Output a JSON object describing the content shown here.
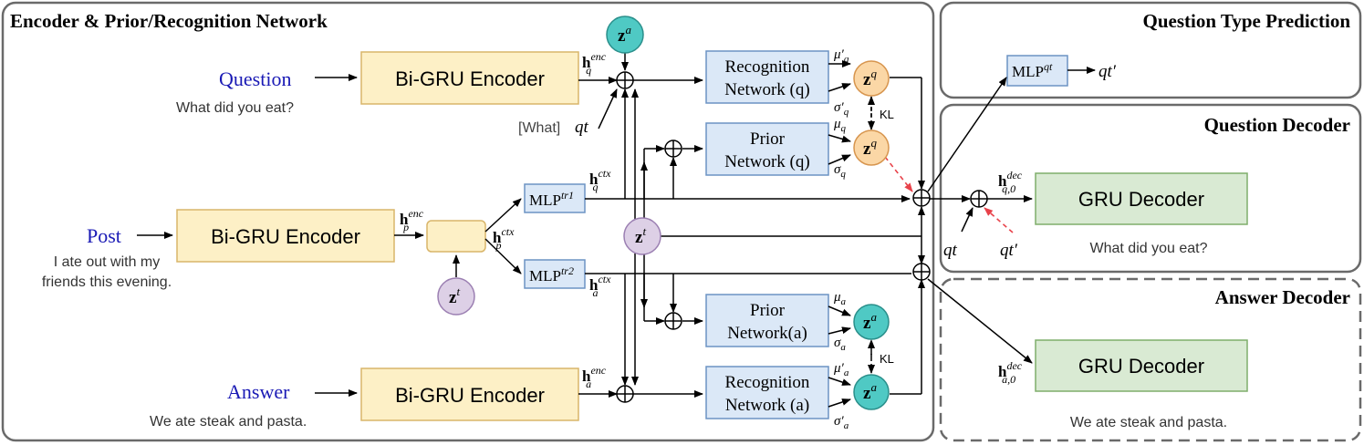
{
  "panels": {
    "encoder_title": "Encoder & Prior/Recognition Network",
    "qtype_title": "Question Type Prediction",
    "qdecoder_title": "Question Decoder",
    "adecoder_title": "Answer Decoder"
  },
  "inputs": {
    "question_label": "Question",
    "question_text": "What did you eat?",
    "post_label": "Post",
    "post_text_line1": "I ate out with my",
    "post_text_line2": "friends this evening.",
    "answer_label": "Answer",
    "answer_text": "We ate steak and pasta."
  },
  "boxes": {
    "bigru_question": "Bi-GRU Encoder",
    "bigru_post": "Bi-GRU Encoder",
    "bigru_answer": "Bi-GRU Encoder",
    "recog_q_line1": "Recognition",
    "recog_q_line2": "Network (q)",
    "prior_q_line1": "Prior",
    "prior_q_line2": "Network (q)",
    "prior_a_line1": "Prior",
    "prior_a_line2": "Network(a)",
    "recog_a_line1": "Recognition",
    "recog_a_line2": "Network (a)",
    "mlp_tr1": "MLP",
    "mlp_tr1_sup": "tr1",
    "mlp_tr2": "MLP",
    "mlp_tr2_sup": "tr2",
    "mlp_qt": "MLP",
    "mlp_qt_sup": "qt",
    "gru_decoder_q": "GRU Decoder",
    "gru_decoder_a": "GRU Decoder"
  },
  "latents": {
    "z": "z",
    "a": "a",
    "q": "q",
    "t": "t"
  },
  "labels": {
    "h": "h",
    "enc": "enc",
    "ctx": "ctx",
    "dec": "dec",
    "q_sub": "q",
    "p_sub": "p",
    "a_sub": "a",
    "q0_sub": "q,0",
    "a0_sub": "a,0",
    "mu": "μ",
    "sigma": "σ",
    "prime": "′",
    "what_tag": "[What]",
    "qt": "qt",
    "qt_prime": "qt′",
    "kl": "KL"
  },
  "outputs": {
    "question_out": "What did you eat?",
    "answer_out": "We ate steak and pasta."
  },
  "colors": {
    "encoder_fill": "#fdf0c6",
    "encoder_stroke": "#d9b56a",
    "network_fill": "#dbe8f7",
    "network_stroke": "#6c93c4",
    "decoder_fill": "#d9ead3",
    "decoder_stroke": "#7fae6b",
    "teal_fill": "#4fc9c4",
    "teal_stroke": "#2a8f8b",
    "orange_fill": "#fbd7a6",
    "orange_stroke": "#d7954e",
    "purple_fill": "#ddd0e6",
    "purple_stroke": "#9b7fb2",
    "input_blue": "#1a1ab5",
    "red_dash": "#e8424a"
  }
}
